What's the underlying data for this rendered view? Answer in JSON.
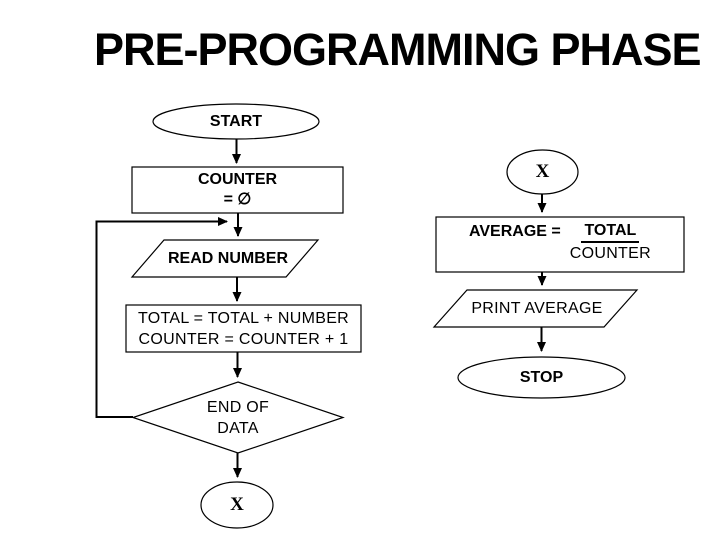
{
  "slide": {
    "title": "PRE-PROGRAMMING PHASE"
  },
  "flow_left": {
    "start_label": "START",
    "init_line1": "COUNTER",
    "init_line2": "= ∅",
    "read_label": "READ NUMBER",
    "process_line1": "TOTAL = TOTAL + NUMBER",
    "process_line2": "COUNTER = COUNTER + 1",
    "decision_line1": "END OF",
    "decision_line2": "DATA",
    "connector_label": "X"
  },
  "flow_right": {
    "connector_label": "X",
    "formula_lhs": "AVERAGE =",
    "formula_numerator": "TOTAL",
    "formula_denominator": "COUNTER",
    "print_label": "PRINT AVERAGE",
    "stop_label": "STOP"
  },
  "colors": {
    "ink": "#000000",
    "background": "#ffffff"
  }
}
